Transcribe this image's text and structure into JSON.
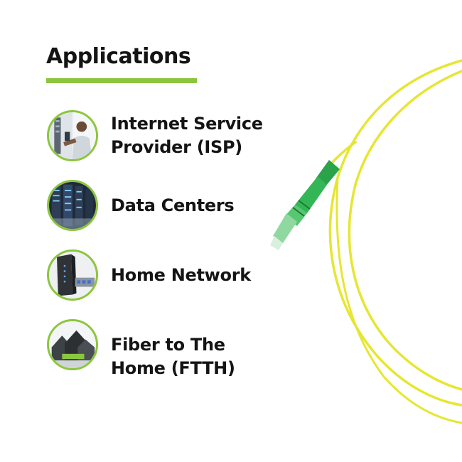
{
  "heading": {
    "title": "Applications",
    "accent_color": "#8cc63f"
  },
  "applications": [
    {
      "label_line1": "Internet Service",
      "label_line2": "Provider (ISP)",
      "icon": "technician-icon"
    },
    {
      "label_line1": "Data Centers",
      "label_line2": "",
      "icon": "server-rack-icon"
    },
    {
      "label_line1": "Home Network",
      "label_line2": "",
      "icon": "router-icon"
    },
    {
      "label_line1": "Fiber to The",
      "label_line2": "Home (FTTH)",
      "icon": "houses-icon"
    }
  ],
  "product": {
    "cable_color": "#e8e83a",
    "connector_color": "#2aa34a",
    "connector_type_icon": "lc-connector-icon"
  }
}
